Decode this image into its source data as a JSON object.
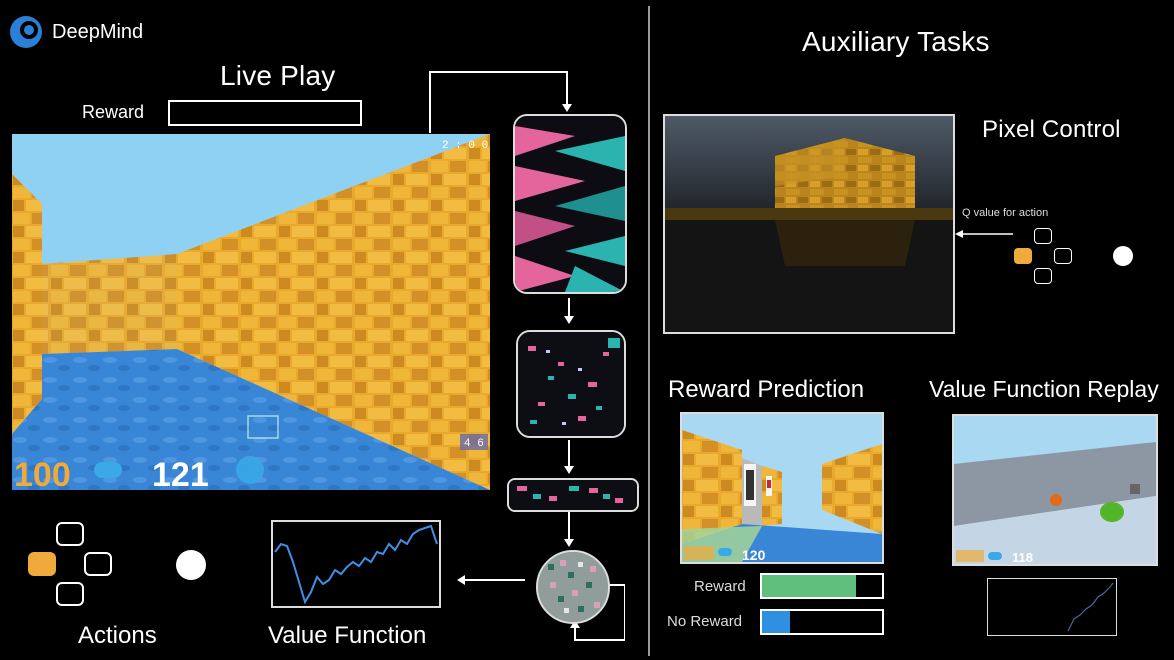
{
  "brand": {
    "name": "DeepMind"
  },
  "left": {
    "title": "Live Play",
    "reward_label": "Reward",
    "hud": {
      "health": "100",
      "ammo": "121",
      "timer": "2 : 0 0",
      "corner": "4 6"
    },
    "actions_label": "Actions",
    "value_function_label": "Value Function"
  },
  "right": {
    "title": "Auxiliary Tasks",
    "pixel_control": {
      "title": "Pixel Control",
      "q_value_label": "Q value for action"
    },
    "reward_prediction": {
      "title": "Reward Prediction",
      "hud_ammo": "120",
      "bars": [
        {
          "label": "Reward",
          "fraction": 0.78,
          "color": "#5fc07c"
        },
        {
          "label": "No Reward",
          "fraction": 0.23,
          "color": "#2f8fe0"
        }
      ]
    },
    "value_replay": {
      "title": "Value Function Replay",
      "hud_ammo": "118"
    }
  },
  "colors": {
    "accent": "#f0a93b",
    "sky": "#8fd1f3",
    "wall": "#e9a92c",
    "water": "#3a86d6"
  }
}
